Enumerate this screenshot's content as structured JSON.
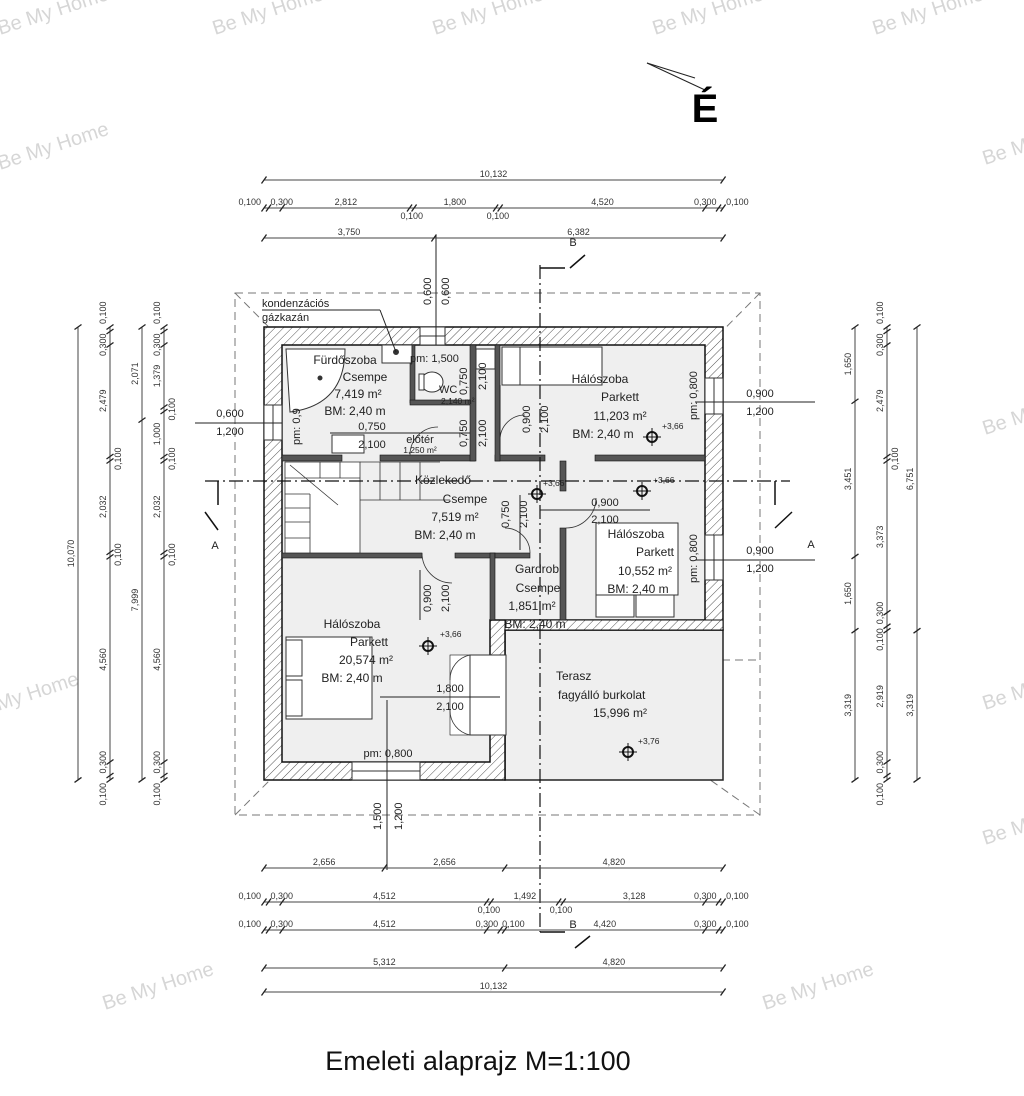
{
  "watermark": "Be My Home",
  "title": "Emeleti alaprajz M=1:100",
  "north_label": "É",
  "rooms": [
    {
      "name": "Fürdőszoba",
      "floor": "Csempe",
      "area": "7,419 m²",
      "height": "BM: 2,40 m"
    },
    {
      "name": "Hálószoba",
      "floor": "Parkett",
      "area": "11,203 m²",
      "height": "BM: 2,40 m"
    },
    {
      "name": "Közlekedő",
      "floor": "Csempe",
      "area": "7,519 m²",
      "height": "BM: 2,40 m"
    },
    {
      "name": "Hálószoba",
      "floor": "Parkett",
      "area": "10,552 m²",
      "height": "BM: 2,40 m"
    },
    {
      "name": "Gardrob",
      "floor": "Csempe",
      "area": "1,851 m²",
      "height": "BM: 2,40 m"
    },
    {
      "name": "Hálószoba",
      "floor": "Parkett",
      "area": "20,574 m²",
      "height": "BM: 2,40 m"
    },
    {
      "name": "Terasz",
      "floor": "fagyálló burkolat",
      "area": "15,996 m²"
    }
  ],
  "annotations": [
    "kondenzációs",
    "gázkazán",
    "pm: 1,500",
    "0,750",
    "WC",
    "2,140 m²",
    "2,100",
    "0,750",
    "2,100",
    "0,750",
    "2,100",
    "előtér",
    "1,250 m²",
    "pm: 0,9",
    "0,900",
    "2,100",
    "pm: 0,800",
    "+3,66",
    "+3,66",
    "+3,66",
    "0,900",
    "2,100",
    "0,750",
    "2,100",
    "pm: 0,800",
    "0,900",
    "2,100",
    "+3,66",
    "1,800",
    "2,100",
    "pm: 0,800",
    "+3,76",
    "1,500",
    "1,200",
    "0,600",
    "0,600",
    "0,600",
    "1,200",
    "0,900",
    "1,200",
    "0,900",
    "1,200",
    "A",
    "A",
    "B",
    "B"
  ],
  "dimensions": {
    "top": [
      [
        "10,132"
      ],
      [
        "0,100",
        "0,300",
        "2,812",
        "0,100",
        "1,800",
        "0,100",
        "4,520",
        "0,300",
        "0,100"
      ],
      [
        "3,750",
        "6,382"
      ]
    ],
    "bottom": [
      [
        "2,656",
        "2,656",
        "4,820"
      ],
      [
        "0,100",
        "0,300",
        "4,512",
        "0,100",
        "1,492",
        "0,100",
        "3,128",
        "0,300",
        "0,100"
      ],
      [
        "0,100",
        "0,300",
        "4,512",
        "0,300",
        "0,100",
        "4,420",
        "0,300",
        "0,100"
      ],
      [
        "5,312",
        "4,820"
      ],
      [
        "10,132"
      ]
    ],
    "left": [
      [
        "10,070"
      ],
      [
        "0,100",
        "0,300",
        "2,479",
        "0,100",
        "2,032",
        "0,100",
        "4,560",
        "0,300",
        "0,100"
      ],
      [
        "2,071",
        "7,999"
      ],
      [
        "0,100",
        "0,300",
        "1,379",
        "0,100",
        "1,000",
        "0,100",
        "2,032",
        "0,100",
        "4,560",
        "0,300",
        "0,100"
      ]
    ],
    "right": [
      [
        "1,650",
        "3,451",
        "1,650",
        "3,319"
      ],
      [
        "0,100",
        "0,300",
        "2,479",
        "0,100",
        "3,373",
        "0,300",
        "0,100",
        "2,919",
        "0,300",
        "0,100"
      ],
      [
        "6,751",
        "3,319"
      ]
    ]
  }
}
